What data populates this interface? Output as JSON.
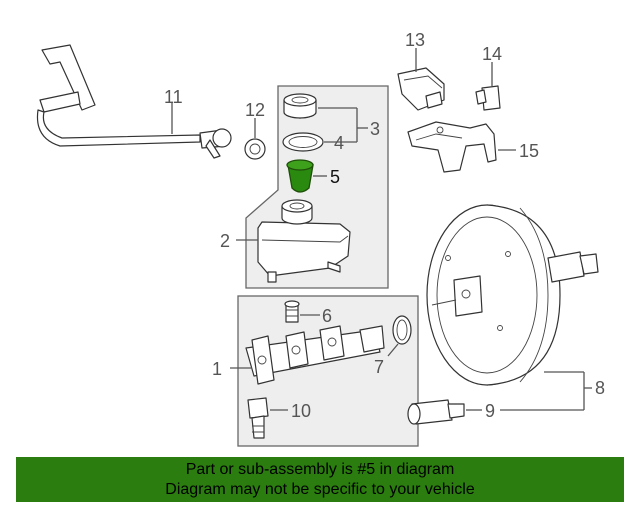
{
  "callouts": {
    "c1": "1",
    "c2": "2",
    "c3": "3",
    "c4": "4",
    "c5": "5",
    "c6": "6",
    "c7": "7",
    "c8": "8",
    "c9": "9",
    "c10": "10",
    "c11": "11",
    "c12": "12",
    "c13": "13",
    "c14": "14",
    "c15": "15"
  },
  "highlight": {
    "part_number": "5",
    "color": "#2a8a10"
  },
  "banner": {
    "line1": "Part or sub-assembly is #5 in diagram",
    "line2": "Diagram may not be specific to your vehicle",
    "background": "#2a7d0e"
  }
}
